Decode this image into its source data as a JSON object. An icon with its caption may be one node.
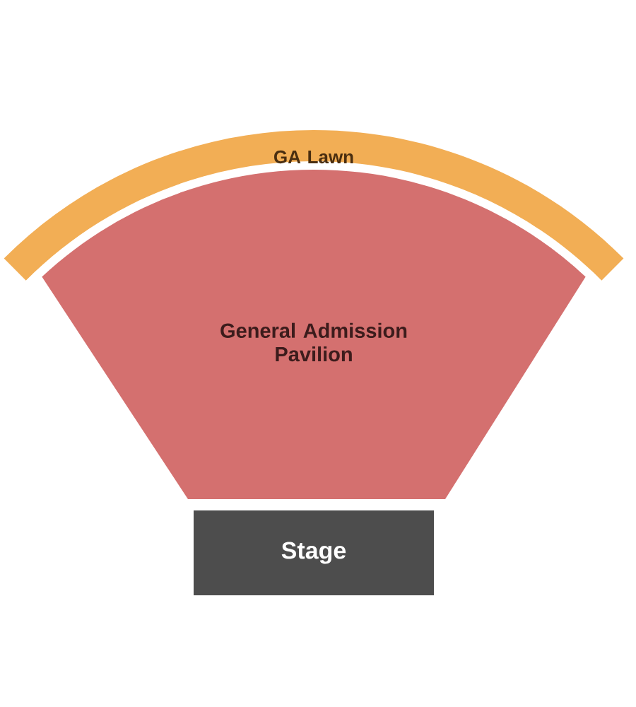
{
  "diagram": {
    "nodes": [
      {
        "text": [
          "GA Lawn"
        ]
      },
      {
        "text": [
          "General Admission Pavilion"
        ]
      },
      {
        "text": [
          "Stage"
        ]
      }
    ]
  }
}
